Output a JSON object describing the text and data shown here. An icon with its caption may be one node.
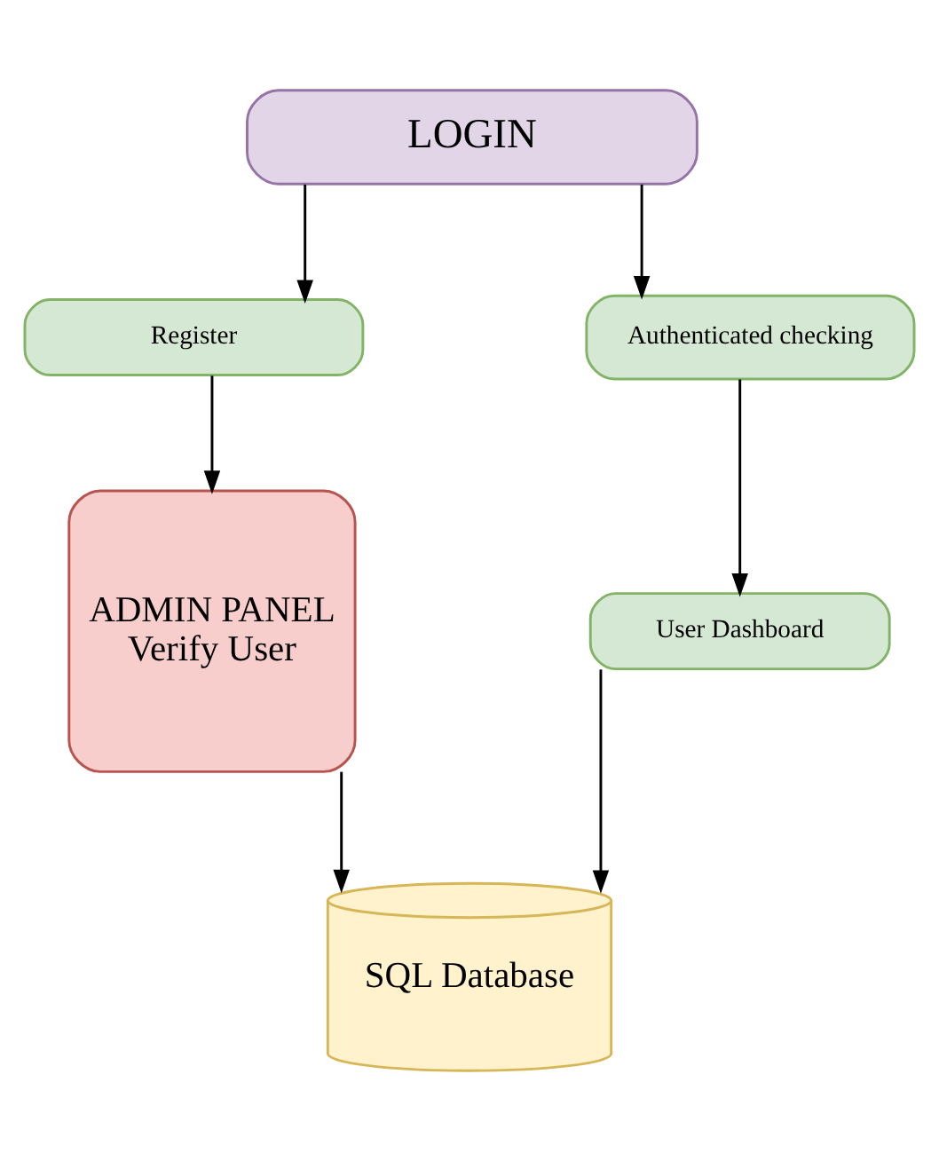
{
  "diagram": {
    "nodes": [
      {
        "text": [
          "LOGIN"
        ]
      },
      {
        "text": [
          "Register"
        ]
      },
      {
        "text": [
          "Authenticated checking"
        ]
      },
      {
        "text": [
          "ADMIN PANEL",
          "Verify User"
        ]
      },
      {
        "text": [
          "User Dashboard"
        ]
      },
      {
        "text": [
          "SQL Database"
        ]
      }
    ],
    "edges": [
      {
        "from": 0,
        "to": 1,
        "arrow": "to"
      },
      {
        "from": 0,
        "to": 2,
        "arrow": "to"
      },
      {
        "from": 1,
        "to": 3,
        "arrow": "to"
      },
      {
        "from": 2,
        "to": 4,
        "arrow": "to"
      },
      {
        "from": 3,
        "to": 5,
        "arrow": "to"
      },
      {
        "from": 4,
        "to": 5,
        "arrow": "to"
      }
    ]
  }
}
